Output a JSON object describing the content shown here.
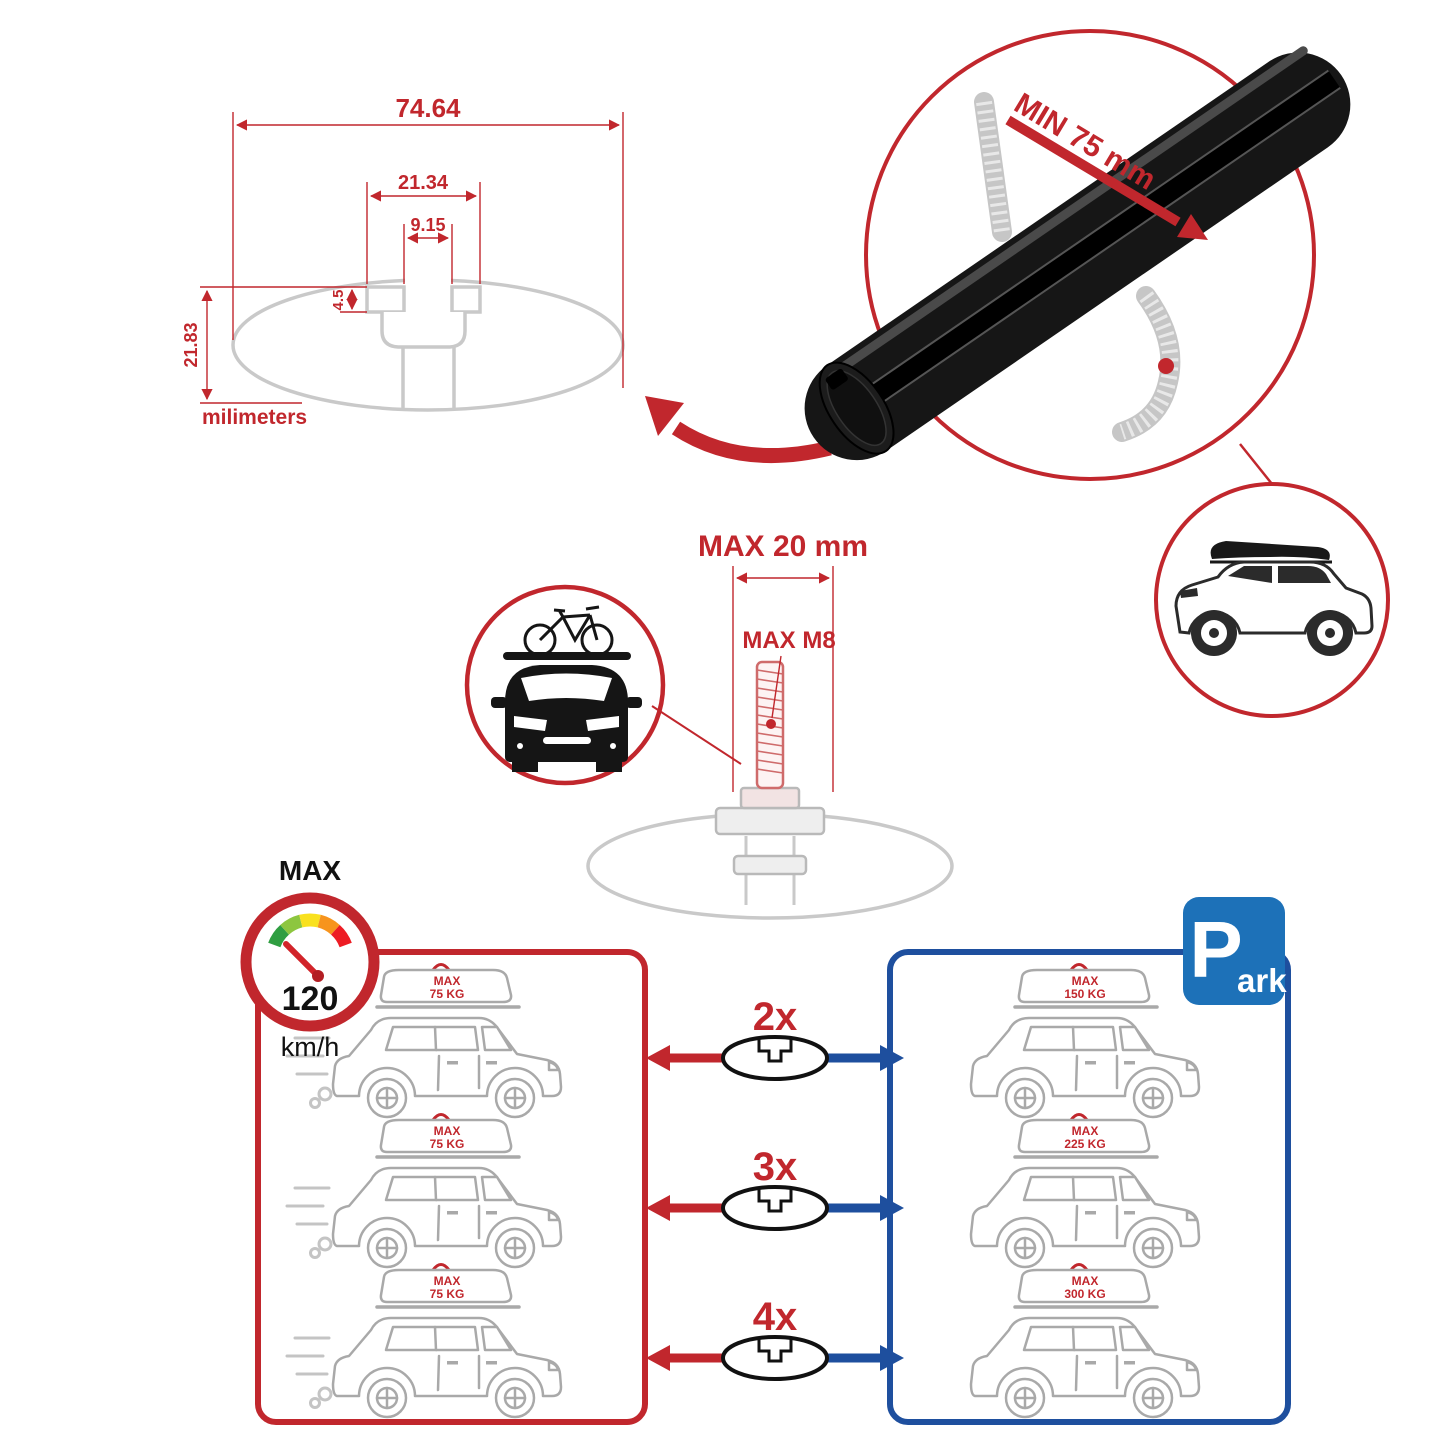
{
  "product_diagram": {
    "dimensions": {
      "total_width": "74.64",
      "channel_width": "21.34",
      "slot_width": "9.15",
      "lip_depth": "4.5",
      "total_height": "21.83",
      "units_label": "milimeters"
    },
    "clamp_view": {
      "min_clearance": "MIN 75 mm"
    },
    "bolt_view": {
      "max_length": "MAX 20 mm",
      "max_thread": "MAX M8"
    },
    "speed_limit": {
      "label": "MAX",
      "value": "120",
      "units": "km/h"
    },
    "comparison": {
      "multipliers": [
        "2x",
        "3x",
        "4x"
      ],
      "single_bar_cars": [
        {
          "l1": "MAX",
          "l2": "75 KG"
        },
        {
          "l1": "MAX",
          "l2": "75 KG"
        },
        {
          "l1": "MAX",
          "l2": "75 KG"
        }
      ],
      "multi_bar_cars": [
        {
          "l1": "MAX",
          "l2": "150 KG"
        },
        {
          "l1": "MAX",
          "l2": "225 KG"
        },
        {
          "l1": "MAX",
          "l2": "300 KG"
        }
      ]
    },
    "park_sign": {
      "letter": "P",
      "suffix": "ark"
    },
    "colors": {
      "red": "#c1272d",
      "blue": "#1e4f9e",
      "sign_blue": "#1d71b8"
    }
  }
}
